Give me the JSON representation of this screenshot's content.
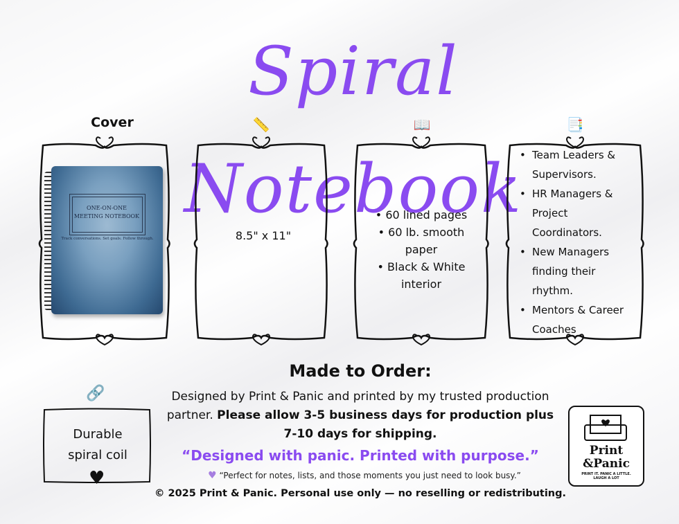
{
  "header": {
    "title": "Spiral Notebook"
  },
  "columns": [
    {
      "label": "Cover",
      "icon": "ruler-icon"
    },
    {
      "icon": "ruler-icon",
      "icon_glyph": "📏",
      "text": "8.5\" x 11\""
    },
    {
      "icon": "open-book-icon",
      "icon_glyph": "📖",
      "lines": [
        "• 60 lined pages",
        "• 60 lb. smooth",
        "paper",
        "• Black & White",
        "interior"
      ]
    },
    {
      "icon": "document-icon",
      "icon_glyph": "📑",
      "items": [
        "Team Leaders &",
        "Supervisors.",
        "HR Managers &",
        "Project",
        "Coordinators.",
        "New Managers",
        "finding their",
        "rhythm.",
        "Mentors & Career",
        "Coaches"
      ]
    }
  ],
  "cover": {
    "label": "Cover",
    "book_title": "ONE-ON-ONE MEETING NOTEBOOK",
    "book_subtitle": "Track conversations. Set goals. Follow through."
  },
  "audience": [
    "Team Leaders & Supervisors.",
    "HR Managers & Project Coordinators.",
    "New Managers finding their rhythm.",
    "Mentors & Career Coaches"
  ],
  "made_to_order": {
    "title": "Made to Order:",
    "body_plain": "Designed by Print & Panic and printed by my trusted production partner.",
    "body_bold": "Please allow 3-5 business days for production plus 7-10 days for shipping.",
    "quote": "“Designed with panic. Printed with purpose.”",
    "subquote": "“Perfect for notes, lists, and those moments you just need to look busy.”"
  },
  "feature": {
    "text_line1": "Durable",
    "text_line2": "spiral coil"
  },
  "logo": {
    "name_line1": "Print",
    "name_line2": "&Panic",
    "tagline_line1": "PRINT IT. PANIC A LITTLE.",
    "tagline_line2": "LAUGH A LOT"
  },
  "footer": {
    "copyright": "© 2025 Print & Panic. Personal use only — no reselling or redistributing."
  },
  "colors": {
    "accent": "#8a4bf0",
    "text": "#111111",
    "notebook": "#3e6a92"
  }
}
